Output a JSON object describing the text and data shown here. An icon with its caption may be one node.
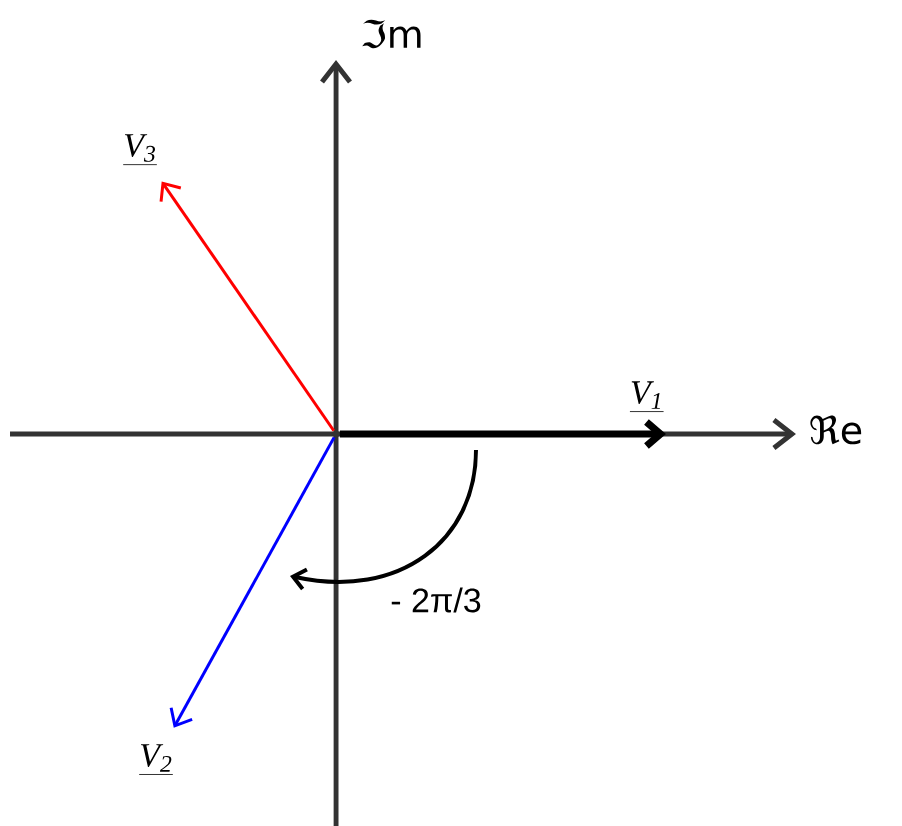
{
  "diagram": {
    "nodes": [
      {
        "text": [],
        "shape": "point"
      },
      {
        "text": [
          "V$_{1}$"
        ]
      },
      {
        "text": [
          "V$_{2}$"
        ]
      },
      {
        "text": [
          "V$_{3}$"
        ]
      }
    ],
    "edges": [
      {
        "from": 0,
        "to": 1,
        "arrow": "to",
        "style": "thick",
        "color": "#000000"
      },
      {
        "from": 0,
        "to": 2,
        "arrow": "to",
        "color": "#0000ff"
      },
      {
        "from": 0,
        "to": 3,
        "arrow": "to",
        "color": "#ff0000"
      }
    ],
    "labels": [
      "ℜe",
      "ℑm",
      "- 2π/3"
    ]
  }
}
